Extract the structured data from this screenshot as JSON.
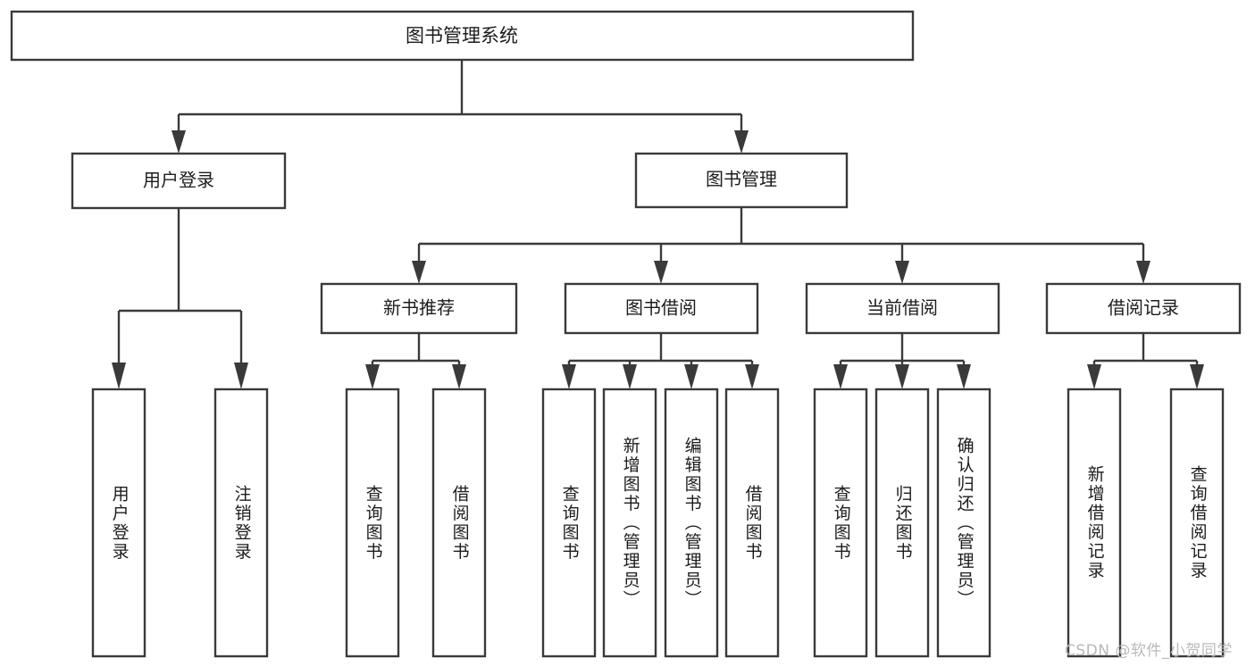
{
  "diagram": {
    "type": "tree-hierarchy",
    "title": "图书管理系统",
    "orientation": "top-down",
    "colors": {
      "background": "#ffffff",
      "box_fill": "#ffffff",
      "box_stroke": "#3a3a3a",
      "connector": "#3a3a3a",
      "text": "#1c1c1c",
      "watermark": "#b9b9b9"
    },
    "nodes": {
      "root": {
        "label": "图书管理系统",
        "level": 1,
        "orientation": "horizontal"
      },
      "level2": [
        {
          "id": "user-login",
          "label": "用户登录"
        },
        {
          "id": "book-manage",
          "label": "图书管理"
        }
      ],
      "level3": [
        {
          "id": "new-book-recommend",
          "label": "新书推荐"
        },
        {
          "id": "book-borrow",
          "label": "图书借阅"
        },
        {
          "id": "current-borrow",
          "label": "当前借阅"
        },
        {
          "id": "borrow-record",
          "label": "借阅记录"
        }
      ],
      "leaves": {
        "user-login": [
          {
            "id": "leaf-user-login",
            "label": "用户登录"
          },
          {
            "id": "leaf-logout-login",
            "label": "注销登录"
          }
        ],
        "new-book-recommend": [
          {
            "id": "leaf-query-book-1",
            "label": "查询图书"
          },
          {
            "id": "leaf-borrow-book-1",
            "label": "借阅图书"
          }
        ],
        "book-borrow": [
          {
            "id": "leaf-query-book-2",
            "label": "查询图书"
          },
          {
            "id": "leaf-add-book",
            "label": "新增图书（管理员）"
          },
          {
            "id": "leaf-edit-book",
            "label": "编辑图书（管理员）"
          },
          {
            "id": "leaf-borrow-book-2",
            "label": "借阅图书"
          }
        ],
        "current-borrow": [
          {
            "id": "leaf-query-book-3",
            "label": "查询图书"
          },
          {
            "id": "leaf-return-book",
            "label": "归还图书"
          },
          {
            "id": "leaf-confirm-return",
            "label": "确认归还（管理员）"
          }
        ],
        "borrow-record": [
          {
            "id": "leaf-add-record",
            "label": "新增借阅记录"
          },
          {
            "id": "leaf-query-record",
            "label": "查询借阅记录"
          }
        ]
      }
    },
    "watermark": "CSDN @软件_小贺同学"
  }
}
